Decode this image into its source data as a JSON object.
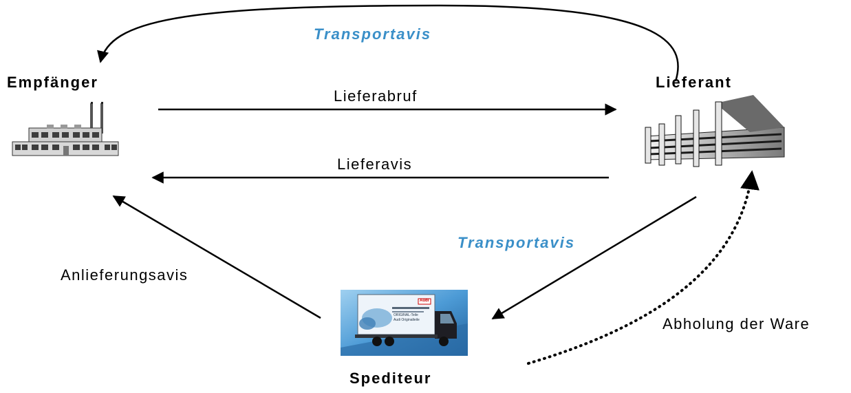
{
  "nodes": {
    "empfaenger": "Empfänger",
    "lieferant": "Lieferant",
    "spediteur": "Spediteur"
  },
  "messages": {
    "transportavis_top": "Transportavis",
    "lieferabruf": "Lieferabruf",
    "lieferavis": "Lieferavis",
    "transportavis_right": "Transportavis",
    "anlieferungsavis": "Anlieferungsavis",
    "abholung": "Abholung der Ware"
  },
  "truck_text": {
    "brand": "Audi",
    "line1": "ORIGINAL-Teile",
    "line2": "Audi Originalteile"
  },
  "colors": {
    "accent": "#3a8fc8",
    "arrow": "#000000",
    "truck_sky": "#5aa3d8"
  }
}
